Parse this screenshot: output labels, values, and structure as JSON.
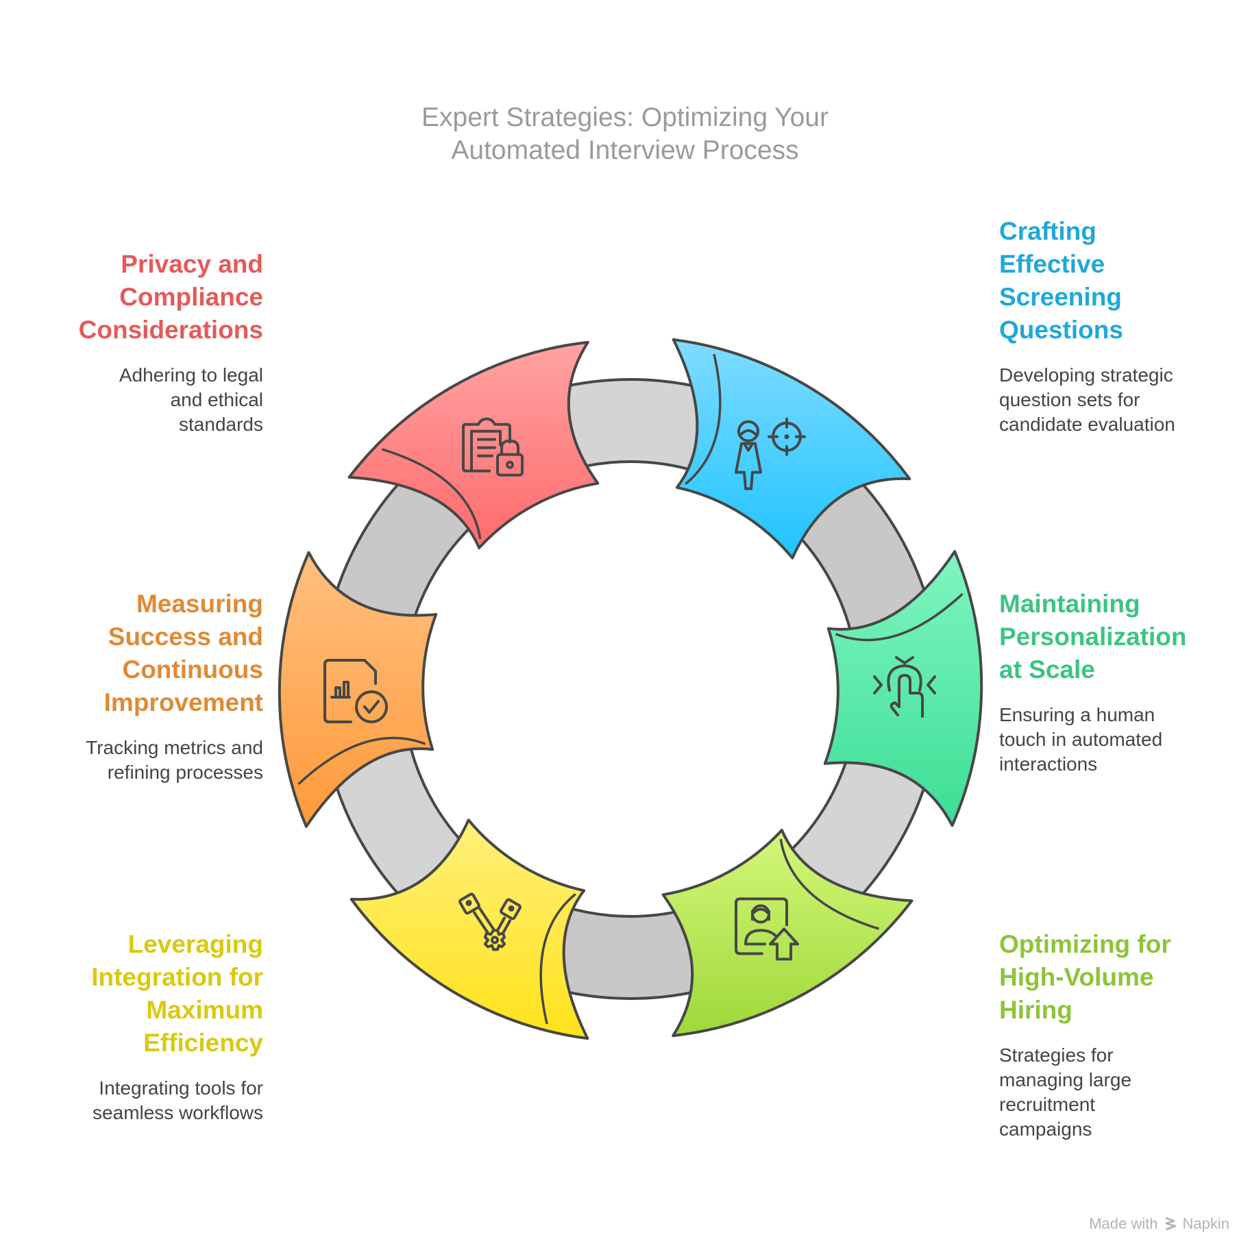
{
  "title": {
    "line1": "Expert Strategies: Optimizing Your",
    "line2": "Automated Interview Process"
  },
  "segments": [
    {
      "id": "privacy",
      "heading_lines": [
        "Privacy and",
        "Compliance",
        "Considerations"
      ],
      "description_lines": [
        "Adhering to legal",
        "and ethical",
        "standards"
      ],
      "color": "#e55a5a",
      "fill_top": "#ffa3a3",
      "fill_bottom": "#ff6b6b",
      "icon": "clipboard-lock-icon"
    },
    {
      "id": "screening",
      "heading_lines": [
        "Crafting",
        "Effective",
        "Screening",
        "Questions"
      ],
      "description_lines": [
        "Developing strategic",
        "question sets for",
        "candidate evaluation"
      ],
      "color": "#1fa8d9",
      "fill_top": "#7fdcff",
      "fill_bottom": "#1fc3ff",
      "icon": "person-target-icon"
    },
    {
      "id": "personalization",
      "heading_lines": [
        "Maintaining",
        "Personalization",
        "at Scale"
      ],
      "description_lines": [
        "Ensuring a human",
        "touch in automated",
        "interactions"
      ],
      "color": "#3cc482",
      "fill_top": "#7ff5c0",
      "fill_bottom": "#3dde95",
      "icon": "tap-gesture-icon"
    },
    {
      "id": "high-volume",
      "heading_lines": [
        "Optimizing for",
        "High-Volume",
        "Hiring"
      ],
      "description_lines": [
        "Strategies for",
        "managing large",
        "recruitment",
        "campaigns"
      ],
      "color": "#8dc43a",
      "fill_top": "#d3f77a",
      "fill_bottom": "#9fd83a",
      "icon": "profile-upload-icon"
    },
    {
      "id": "integration",
      "heading_lines": [
        "Leveraging",
        "Integration for",
        "Maximum",
        "Efficiency"
      ],
      "description_lines": [
        "Integrating tools for",
        "seamless workflows"
      ],
      "color": "#d9c912",
      "fill_top": "#fff07a",
      "fill_bottom": "#ffe21a",
      "icon": "pistons-gear-icon"
    },
    {
      "id": "measuring",
      "heading_lines": [
        "Measuring",
        "Success and",
        "Continuous",
        "Improvement"
      ],
      "description_lines": [
        "Tracking metrics and",
        "refining processes"
      ],
      "color": "#e08a35",
      "fill_top": "#ffc080",
      "fill_bottom": "#ff9a3a",
      "icon": "report-check-icon"
    }
  ],
  "footer": {
    "made_with": "Made with",
    "brand": "Napkin"
  }
}
